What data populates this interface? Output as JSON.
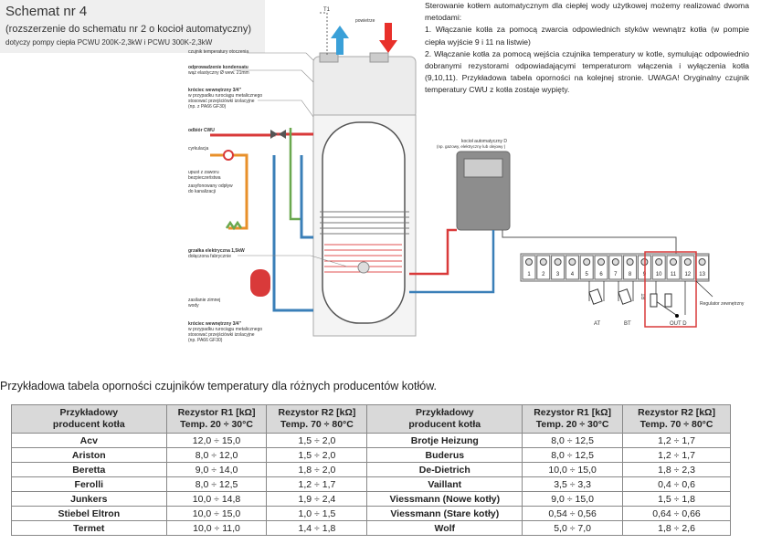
{
  "header": {
    "title": "Schemat nr 4",
    "subtitle": "(rozszerzenie do schematu nr 2 o kocioł automatyczny)",
    "applies_to": "dotyczy pompy ciepła PCWU 200K-2,3kW i PCWU 300K-2,3kW"
  },
  "description": {
    "p1": "Sterowanie kotłem automatycznym dla ciepłej wody użytkowej możemy realizować dwoma metodami:",
    "p2": "1. Włączanie kotła za pomocą zwarcia odpowiednich styków wewnątrz kotła (w pompie ciepła wyjście 9 i 11 na listwie)",
    "p3": "2. Włączanie kotła za pomocą wejścia czujnika temperatury w kotle, symulując odpowiednio dobranymi rezystorami odpowiadającymi temperaturom włączenia i wyłączenia kotła (9,10,11). Przykładowa tabela oporności na kolejnej stronie. UWAGA! Oryginalny czujnik temperatury CWU z kotła zostaje wypięty."
  },
  "diagram": {
    "labels": {
      "t1": "T1",
      "powietrze": "powietrze",
      "czujnik_otoczenia": "czujnik temperatury otoczenia",
      "kondensat_1": "odprowadzenie kondensatu",
      "kondensat_2": "wąż elastyczny Ø wew. 21mm",
      "krociec_top_1": "króciec wewnętrzny 3/4\"",
      "krociec_top_2": "w przypadku rurociągu metalicznego",
      "krociec_top_3": "stosować przejściówki izolacyjne",
      "krociec_top_4": "(np. z PA66 GF30)",
      "odbior_cwu": "odbiór CWU",
      "cyrkulacja": "cyrkulacja",
      "upust_1": "upust z zaworu",
      "upust_2": "bezpieczeństwa",
      "syfon_1": "zasyfonowany odpływ",
      "syfon_2": "do kanalizacji",
      "grzalka_1": "grzałka elektryczna 1,5kW",
      "grzalka_2": "dołączona fabrycznie",
      "zasilanie_1": "zasilanie zimnej",
      "zasilanie_2": "wody",
      "krociec_bot_1": "króciec wewnętrzny 3/4\"",
      "krociec_bot_2": "w przypadku rurociągu metalicznego",
      "krociec_bot_3": "stosować przejściówki izolacyjne",
      "krociec_bot_4": "(np. PA66 GF30)",
      "kociol_1": "kocioł automatyczny D",
      "kociol_2": "(np. gazowy, elektryczny lub olejowy )",
      "terminals": [
        "1",
        "2",
        "3",
        "4",
        "5",
        "6",
        "7",
        "8",
        "9",
        "10",
        "11",
        "12",
        "13"
      ],
      "at": "AT",
      "bt": "BT",
      "out_d": "OUT D",
      "rt": "RT",
      "regulator": "Regulator zewnętrzny"
    }
  },
  "table": {
    "caption": "Przykładowa tabela oporności czujników temperatury dla różnych producentów kotłów.",
    "headers": {
      "producer_1": "Przykładowy",
      "producer_2": "producent kotła",
      "r1_1": "Rezystor R1 [kΩ]",
      "r1_2": "Temp. 20 ÷ 30°C",
      "r2_1": "Rezystor R2 [kΩ]",
      "r2_2": "Temp. 70 ÷ 80°C"
    },
    "rows": [
      {
        "left": {
          "name": "Acv",
          "r1": "12,0 ÷ 15,0",
          "r2": "1,5 ÷ 2,0"
        },
        "right": {
          "name": "Brotje Heizung",
          "r1": "8,0 ÷ 12,5",
          "r2": "1,2 ÷ 1,7"
        }
      },
      {
        "left": {
          "name": "Ariston",
          "r1": "8,0 ÷ 12,0",
          "r2": "1,5 ÷ 2,0"
        },
        "right": {
          "name": "Buderus",
          "r1": "8,0 ÷ 12,5",
          "r2": "1,2 ÷ 1,7"
        }
      },
      {
        "left": {
          "name": "Beretta",
          "r1": "9,0 ÷ 14,0",
          "r2": "1,8 ÷ 2,0"
        },
        "right": {
          "name": "De-Dietrich",
          "r1": "10,0 ÷ 15,0",
          "r2": "1,8 ÷ 2,3"
        }
      },
      {
        "left": {
          "name": "Ferolli",
          "r1": "8,0 ÷ 12,5",
          "r2": "1,2 ÷ 1,7"
        },
        "right": {
          "name": "Vaillant",
          "r1": "3,5 ÷ 3,3",
          "r2": "0,4 ÷ 0,6"
        }
      },
      {
        "left": {
          "name": "Junkers",
          "r1": "10,0 ÷ 14,8",
          "r2": "1,9 ÷ 2,4"
        },
        "right": {
          "name": "Viessmann (Nowe kotły)",
          "r1": "9,0 ÷ 15,0",
          "r2": "1,5 ÷ 1,8"
        }
      },
      {
        "left": {
          "name": "Stiebel Eltron",
          "r1": "10,0 ÷ 15,0",
          "r2": "1,0 ÷ 1,5"
        },
        "right": {
          "name": "Viessmann (Stare kotły)",
          "r1": "0,54 ÷ 0,56",
          "r2": "0,64 ÷ 0,66"
        }
      },
      {
        "left": {
          "name": "Termet",
          "r1": "10,0 ÷ 11,0",
          "r2": "1,4 ÷ 1,8"
        },
        "right": {
          "name": "Wolf",
          "r1": "5,0 ÷ 7,0",
          "r2": "1,8 ÷ 2,6"
        }
      }
    ]
  },
  "colors": {
    "hot_pipe": "#d93a3a",
    "cold_pipe": "#3a7fb8",
    "circulation_pipe": "#e8902a",
    "drain_pipe": "#6aa84f",
    "air_in": "#e8302a",
    "air_out": "#3aa0d8",
    "highlight_box": "#d93a3a"
  }
}
